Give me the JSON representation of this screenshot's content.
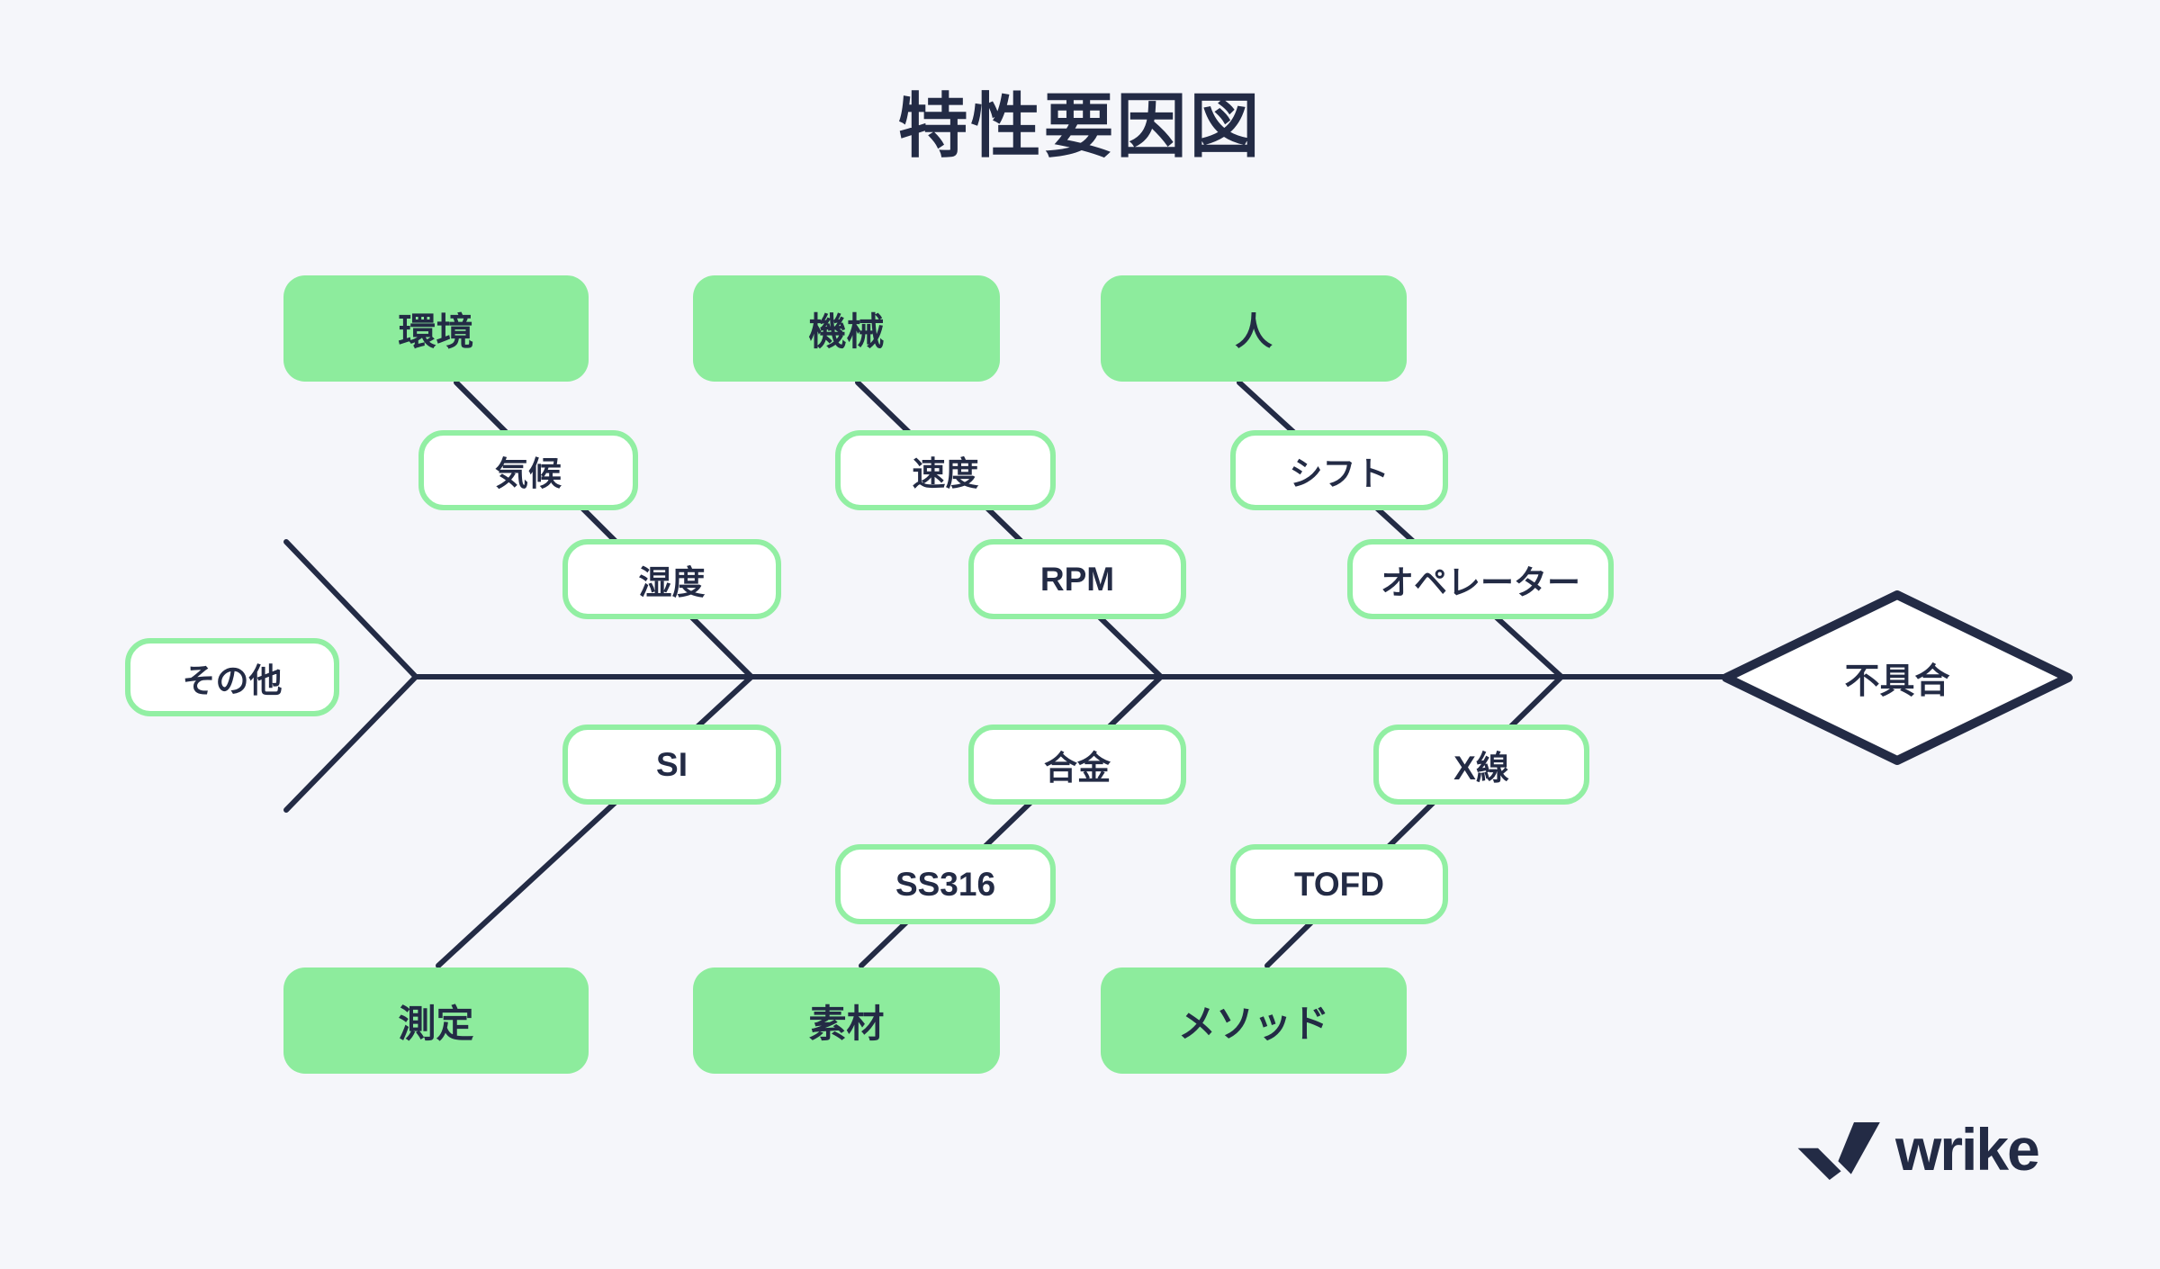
{
  "title": "特性要因図",
  "effect": {
    "label": "不具合"
  },
  "tail": {
    "label": "その他"
  },
  "categories": [
    {
      "label": "環境",
      "position": "top",
      "causes": [
        "気候",
        "湿度"
      ]
    },
    {
      "label": "機械",
      "position": "top",
      "causes": [
        "速度",
        "RPM"
      ]
    },
    {
      "label": "人",
      "position": "top",
      "causes": [
        "シフト",
        "オペレーター"
      ]
    },
    {
      "label": "測定",
      "position": "bottom",
      "causes": [
        "SI"
      ]
    },
    {
      "label": "素材",
      "position": "bottom",
      "causes": [
        "合金",
        "SS316"
      ]
    },
    {
      "label": "メソッド",
      "position": "bottom",
      "causes": [
        "X線",
        "TOFD"
      ]
    }
  ],
  "logo": {
    "text": "wrike"
  },
  "colors": {
    "accent_green": "#8DEC9D",
    "green_border": "#92EFA3",
    "navy": "#232B45",
    "background": "#F5F6FA",
    "node_white": "#FFFFFF"
  }
}
